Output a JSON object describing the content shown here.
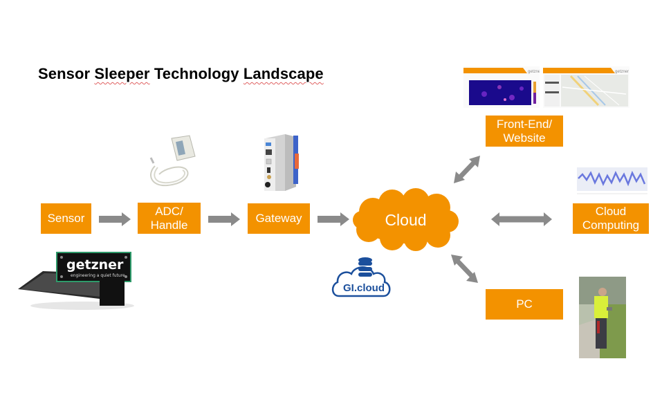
{
  "title": {
    "words": [
      "Sensor",
      "Sleeper",
      "Technology",
      "Landscape"
    ]
  },
  "nodes": {
    "sensor": {
      "label": "Sensor"
    },
    "adc": {
      "line1": "ADC/",
      "line2": "Handle"
    },
    "gateway": {
      "label": "Gateway"
    },
    "cloud": {
      "label": "Cloud"
    },
    "frontend": {
      "line1": "Front-End/",
      "line2": "Website"
    },
    "cloud_computing": {
      "line1": "Cloud",
      "line2": "Computing"
    },
    "pc": {
      "label": "PC"
    }
  },
  "logos": {
    "gi_cloud": "GI.cloud",
    "getzner": "getzner",
    "getzner_tagline": "engineering a quiet future"
  },
  "colors": {
    "accent": "#f39200",
    "arrow": "#8a8a8a",
    "gi_blue": "#1b4f9c"
  }
}
